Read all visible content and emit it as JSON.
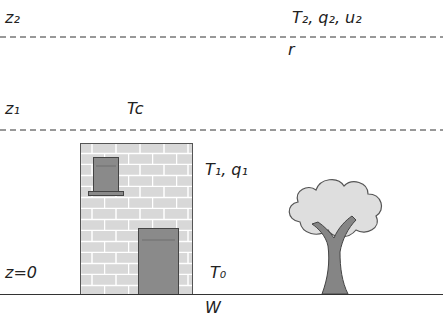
{
  "diagram": {
    "labels": [
      "z₂",
      "T₂, q₂, u₂",
      "r",
      "z₁",
      "Tc",
      "T₁, q₁",
      "z=0",
      "T₀",
      "W"
    ]
  }
}
